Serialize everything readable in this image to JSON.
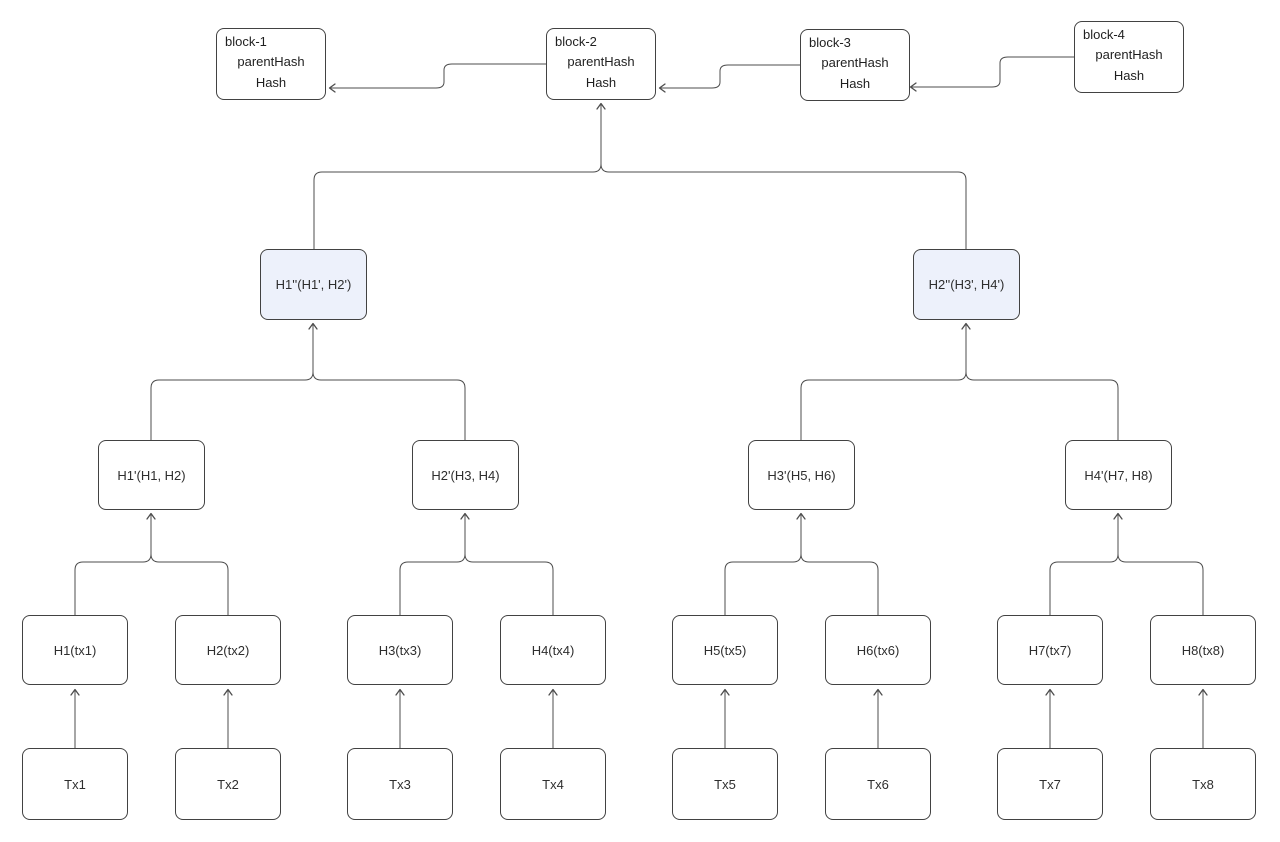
{
  "blockchain": {
    "blocks": [
      {
        "title": "block-1",
        "parent_hash_label": "parentHash",
        "hash_label": "Hash"
      },
      {
        "title": "block-2",
        "parent_hash_label": "parentHash",
        "hash_label": "Hash"
      },
      {
        "title": "block-3",
        "parent_hash_label": "parentHash",
        "hash_label": "Hash"
      },
      {
        "title": "block-4",
        "parent_hash_label": "parentHash",
        "hash_label": "Hash"
      }
    ]
  },
  "merkle_tree": {
    "root_children": [
      {
        "label": "H1''(H1', H2')"
      },
      {
        "label": "H2''(H3', H4')"
      }
    ],
    "intermediate": [
      {
        "label": "H1'(H1, H2)"
      },
      {
        "label": "H2'(H3, H4)"
      },
      {
        "label": "H3'(H5, H6)"
      },
      {
        "label": "H4'(H7, H8)"
      }
    ],
    "leaf_hashes": [
      {
        "label": "H1(tx1)"
      },
      {
        "label": "H2(tx2)"
      },
      {
        "label": "H3(tx3)"
      },
      {
        "label": "H4(tx4)"
      },
      {
        "label": "H5(tx5)"
      },
      {
        "label": "H6(tx6)"
      },
      {
        "label": "H7(tx7)"
      },
      {
        "label": "H8(tx8)"
      }
    ],
    "transactions": [
      {
        "label": "Tx1"
      },
      {
        "label": "Tx2"
      },
      {
        "label": "Tx3"
      },
      {
        "label": "Tx4"
      },
      {
        "label": "Tx5"
      },
      {
        "label": "Tx6"
      },
      {
        "label": "Tx7"
      },
      {
        "label": "Tx8"
      }
    ]
  },
  "colors": {
    "line": "#4d4d4d",
    "node_border": "#424242",
    "node_fill": "#ffffff",
    "highlight_fill": "#edf1fb",
    "text": "#2e2e2e"
  }
}
